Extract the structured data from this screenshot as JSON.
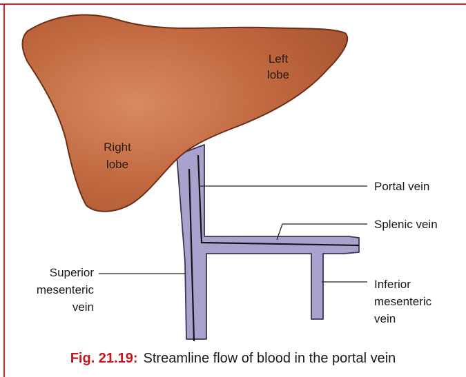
{
  "diagram": {
    "organ_labels": {
      "left_lobe": [
        "Left",
        "lobe"
      ],
      "right_lobe": [
        "Right",
        "lobe"
      ]
    },
    "vessel_labels": {
      "portal_vein": "Portal vein",
      "splenic_vein": "Splenic vein",
      "inferior_mesenteric_vein": [
        "Inferior",
        "mesenteric",
        "vein"
      ],
      "superior_mesenteric_vein": [
        "Superior",
        "mesenteric",
        "vein"
      ]
    },
    "colors": {
      "liver": "#c0683f",
      "liver_outline": "#6b2f18",
      "vein_fill": "#a9a2cc",
      "vein_outline": "#3b3654",
      "frame": "#d3202a",
      "caption_accent": "#c3161f"
    }
  },
  "caption": {
    "figure_number": "Fig. 21.19:",
    "text": "Streamline flow of blood in the portal vein"
  }
}
